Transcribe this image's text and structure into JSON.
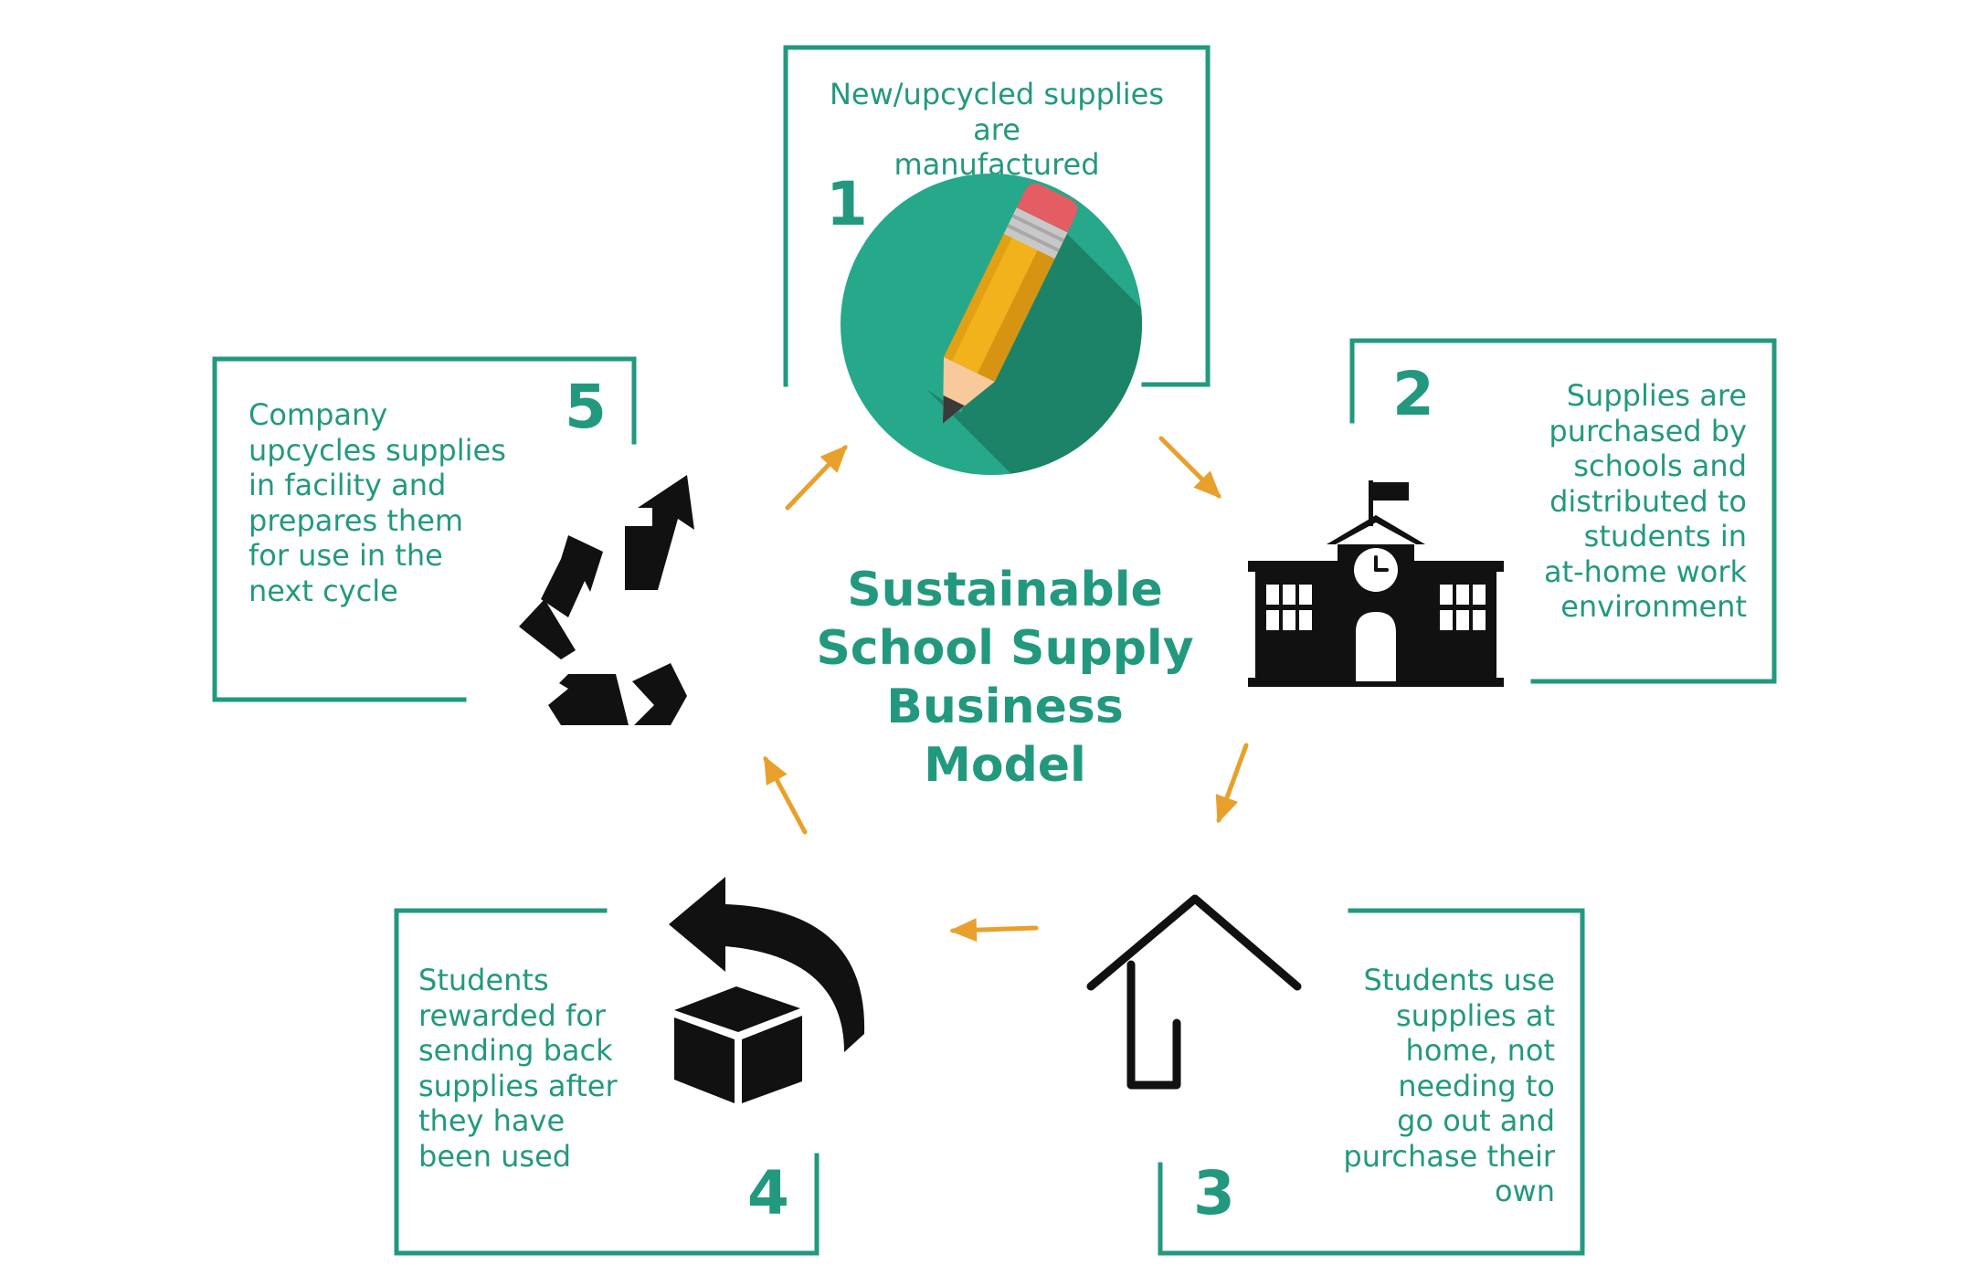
{
  "title": "Sustainable\nSchool Supply\nBusiness\nModel",
  "colors": {
    "teal": "#22997f",
    "arrow": "#e8a02c",
    "icon_dark": "#111111",
    "circle_light": "#26a88a",
    "circle_shadow": "#1c8368",
    "pencil_body": "#f2b21b",
    "pencil_shade": "#d79412",
    "eraser": "#e35d62",
    "band": "#c8c8c8",
    "wood": "#f8c99a",
    "lead": "#3a3a3a"
  },
  "steps": [
    {
      "number": "1",
      "text": "New/upcycled supplies are\nmanufactured",
      "icon": "pencil-icon"
    },
    {
      "number": "2",
      "text": "Supplies are\npurchased by\nschools and\ndistributed to\nstudents in\nat-home work\nenvironment",
      "icon": "school-building-icon"
    },
    {
      "number": "3",
      "text": "Students use\nsupplies at\nhome, not\nneeding to\ngo out and\npurchase their\nown",
      "icon": "house-icon"
    },
    {
      "number": "4",
      "text": "Students\nrewarded for\nsending back\nsupplies after\nthey have\nbeen used",
      "icon": "return-box-icon"
    },
    {
      "number": "5",
      "text": "Company\nupcycles supplies\nin facility and\nprepares them\nfor use in the\nnext cycle",
      "icon": "recycle-icon"
    }
  ]
}
